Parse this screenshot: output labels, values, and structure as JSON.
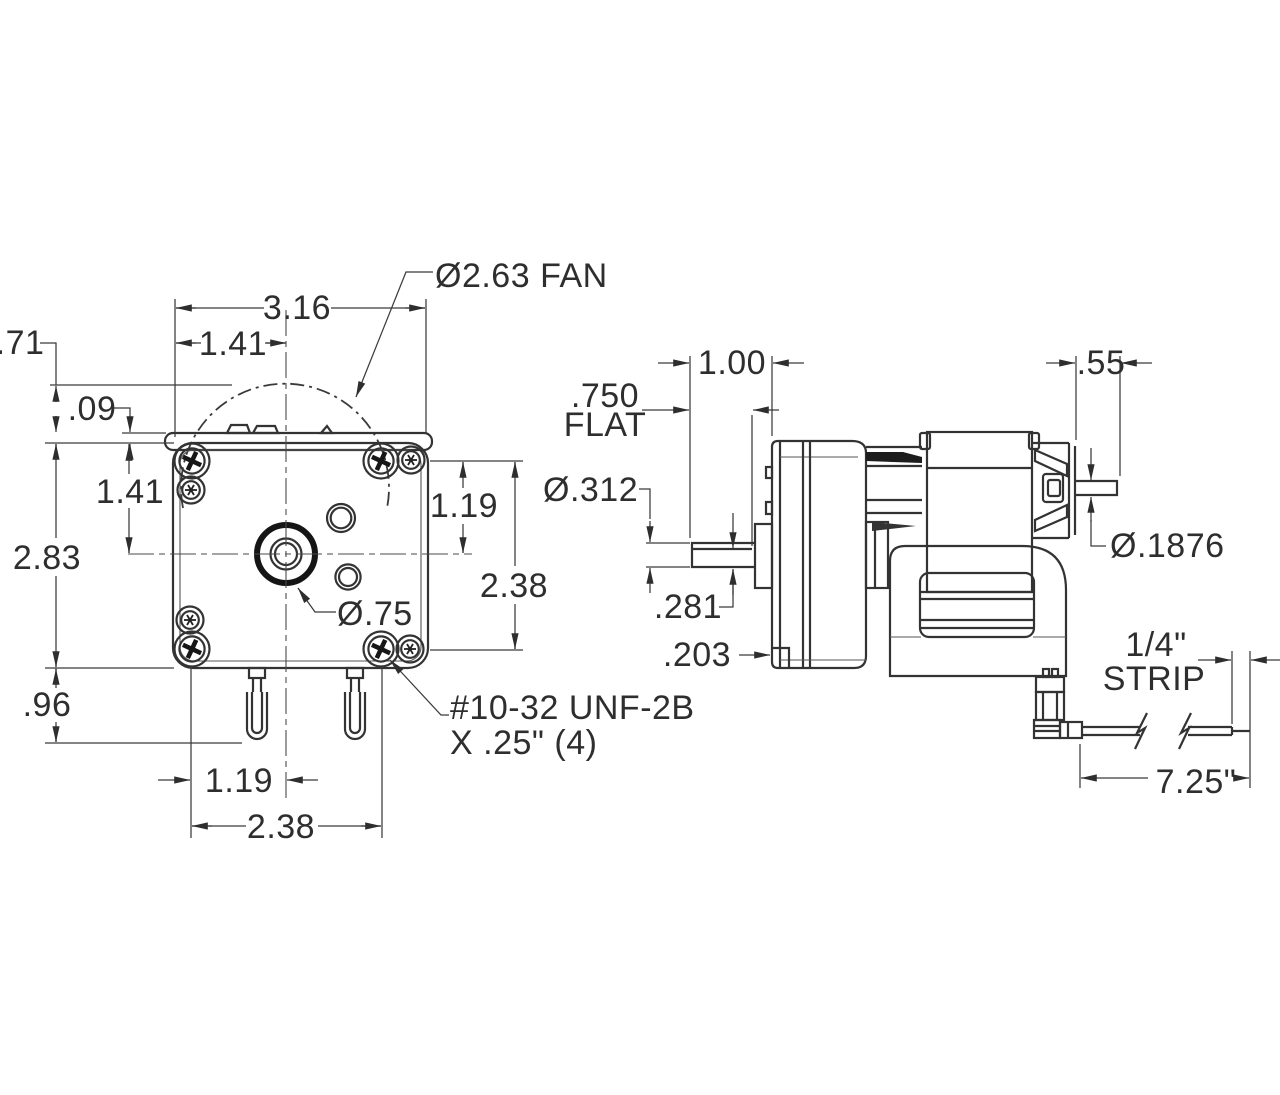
{
  "front_view": {
    "overall_width": "3.16",
    "shaft_center_from_left": "1.41",
    "fan_diameter_callout": "Ø2.63 FAN",
    "fan_top_offset": ".71",
    "cover_gap": ".09",
    "center_from_top": "1.41",
    "body_height": "2.83",
    "terminal_length": ".96",
    "mount_hole_to_center_vertical": "1.19",
    "mount_hole_spacing_vertical": "2.38",
    "mount_hole_to_center_horizontal": "1.19",
    "mount_hole_spacing_horizontal": "2.38",
    "hub_diameter_callout": "Ø.75",
    "mount_thread_callout_line1": "#10-32 UNF-2B",
    "mount_thread_callout_line2": "X .25\" (4)"
  },
  "side_view": {
    "output_shaft_length": "1.00",
    "shaft_flat_length_line1": ".750",
    "shaft_flat_length_line2": "FLAT",
    "output_shaft_diameter_callout": "Ø.312",
    "shaft_flat_height": ".281",
    "front_plate_offset": ".203",
    "motor_shaft_length": ".55",
    "motor_shaft_diameter_callout": "Ø.1876",
    "lead_strip_line1": "1/4\"",
    "lead_strip_line2": "STRIP",
    "lead_length": "7.25\""
  }
}
